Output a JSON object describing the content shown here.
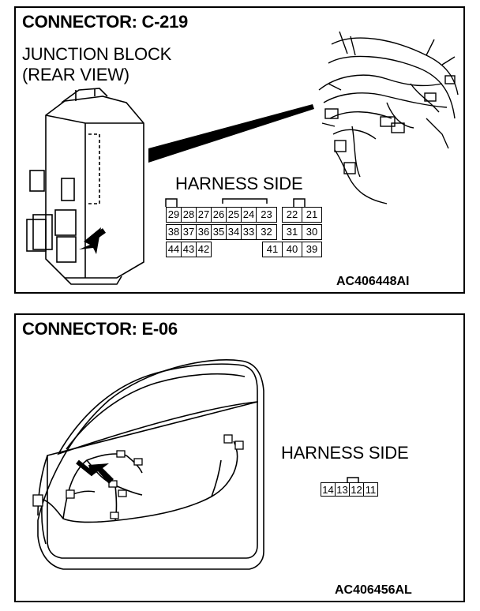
{
  "connector_c219": {
    "title": "CONNECTOR: C-219",
    "component_line1": "JUNCTION BLOCK",
    "component_line2": "(REAR VIEW)",
    "harness_label": "HARNESS SIDE",
    "pins_row1": [
      "29",
      "28",
      "27",
      "26",
      "25",
      "24",
      "23",
      "22",
      "21"
    ],
    "pins_row2": [
      "38",
      "37",
      "36",
      "35",
      "34",
      "33",
      "32",
      "31",
      "30"
    ],
    "pins_row3": [
      "44",
      "43",
      "42",
      "41",
      "40",
      "39"
    ],
    "figure_code": "AC406448AI"
  },
  "connector_e06": {
    "title": "CONNECTOR: E-06",
    "harness_label": "HARNESS SIDE",
    "pins": [
      "14",
      "13",
      "12",
      "11"
    ],
    "figure_code": "AC406456AL"
  }
}
